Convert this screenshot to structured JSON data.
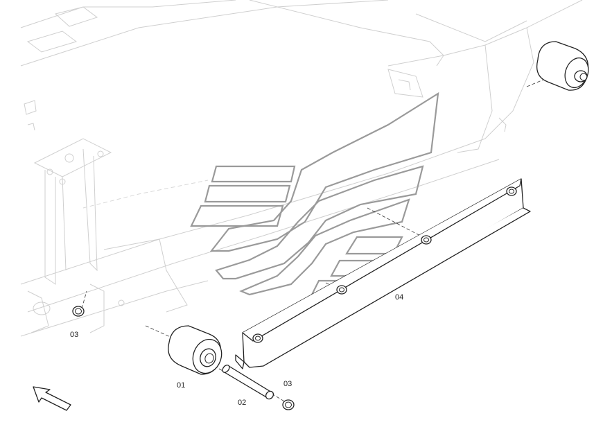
{
  "callouts": {
    "c01": "01",
    "c02": "02",
    "c03a": "03",
    "c03b": "03",
    "c04": "04"
  },
  "colors": {
    "line": "#222222",
    "ghost": "#cfcfcf",
    "watermark": "#9a9a9a"
  },
  "icons": {
    "direction": "arrow-direction-icon"
  }
}
